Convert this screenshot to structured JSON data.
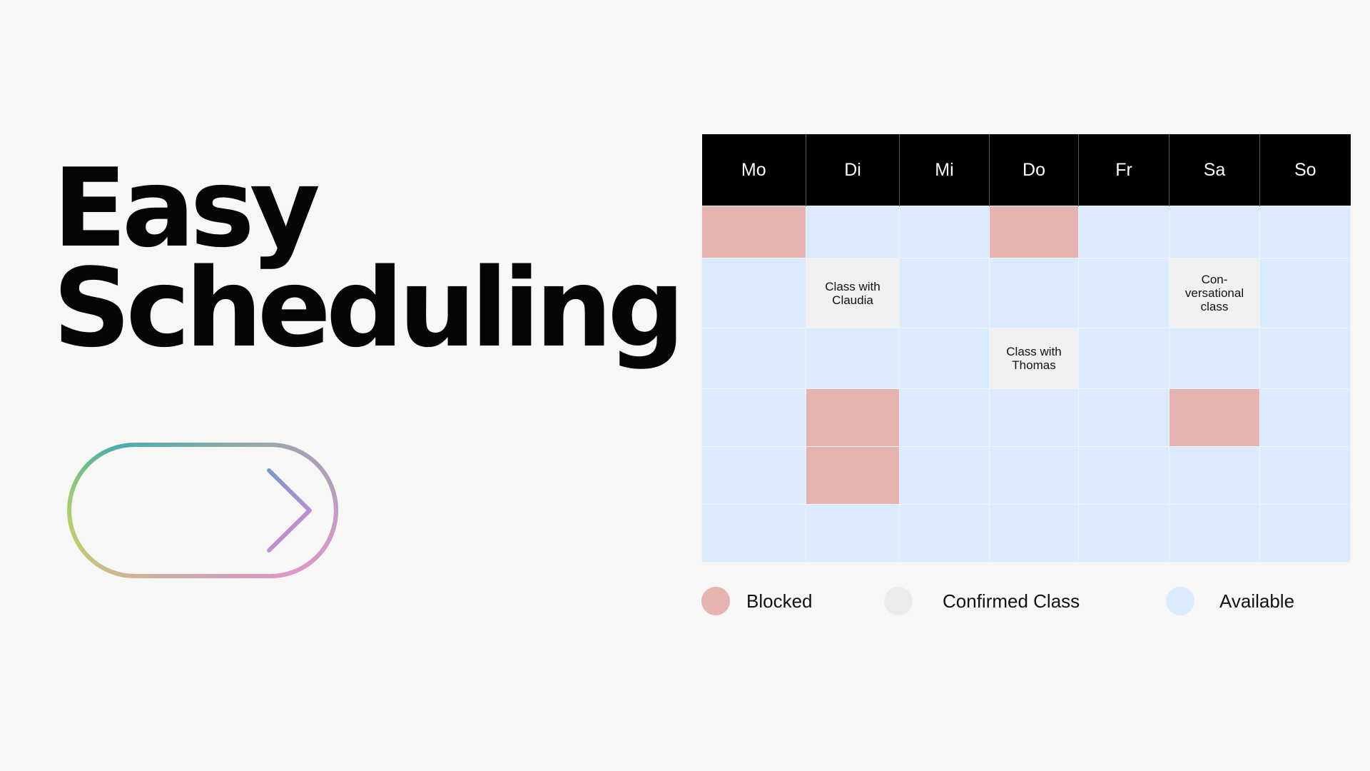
{
  "headline": {
    "line1": "Easy",
    "line2": "Scheduling"
  },
  "icons": {
    "next": "arrow-right-icon"
  },
  "calendar": {
    "days": [
      "Mo",
      "Di",
      "Mi",
      "Do",
      "Fr",
      "Sa",
      "So"
    ],
    "rows": [
      [
        "blocked",
        "available",
        "available",
        "blocked",
        "available",
        "available",
        "available"
      ],
      [
        "available",
        "confirmed",
        "available",
        "available",
        "available",
        "confirmed",
        "available"
      ],
      [
        "available",
        "available",
        "available",
        "confirmed",
        "available",
        "available",
        "available"
      ],
      [
        "available",
        "blocked",
        "available",
        "available",
        "available",
        "blocked",
        "available"
      ],
      [
        "available",
        "blocked",
        "available",
        "available",
        "available",
        "available",
        "available"
      ],
      [
        "available",
        "available",
        "available",
        "available",
        "available",
        "available",
        "available"
      ]
    ],
    "labels": [
      [
        "",
        "",
        "",
        "",
        "",
        "",
        ""
      ],
      [
        "",
        "Class with Claudia",
        "",
        "",
        "",
        "Con-versational class",
        ""
      ],
      [
        "",
        "",
        "",
        "Class with Thomas",
        "",
        "",
        ""
      ],
      [
        "",
        "",
        "",
        "",
        "",
        "",
        ""
      ],
      [
        "",
        "",
        "",
        "",
        "",
        "",
        ""
      ],
      [
        "",
        "",
        "",
        "",
        "",
        "",
        ""
      ]
    ]
  },
  "legend": [
    {
      "key": "blocked",
      "label": "Blocked",
      "color": "#e5b4b1"
    },
    {
      "key": "confirmed",
      "label": "Confirmed Class",
      "color": "#ebebec"
    },
    {
      "key": "available",
      "label": "Available",
      "color": "#dbeafc"
    }
  ],
  "colors": {
    "background": "#f7f8f5",
    "header": "#000000",
    "blocked": "#e5b4b1",
    "confirmed": "#f1f1f1",
    "available": "#dbeafc"
  }
}
